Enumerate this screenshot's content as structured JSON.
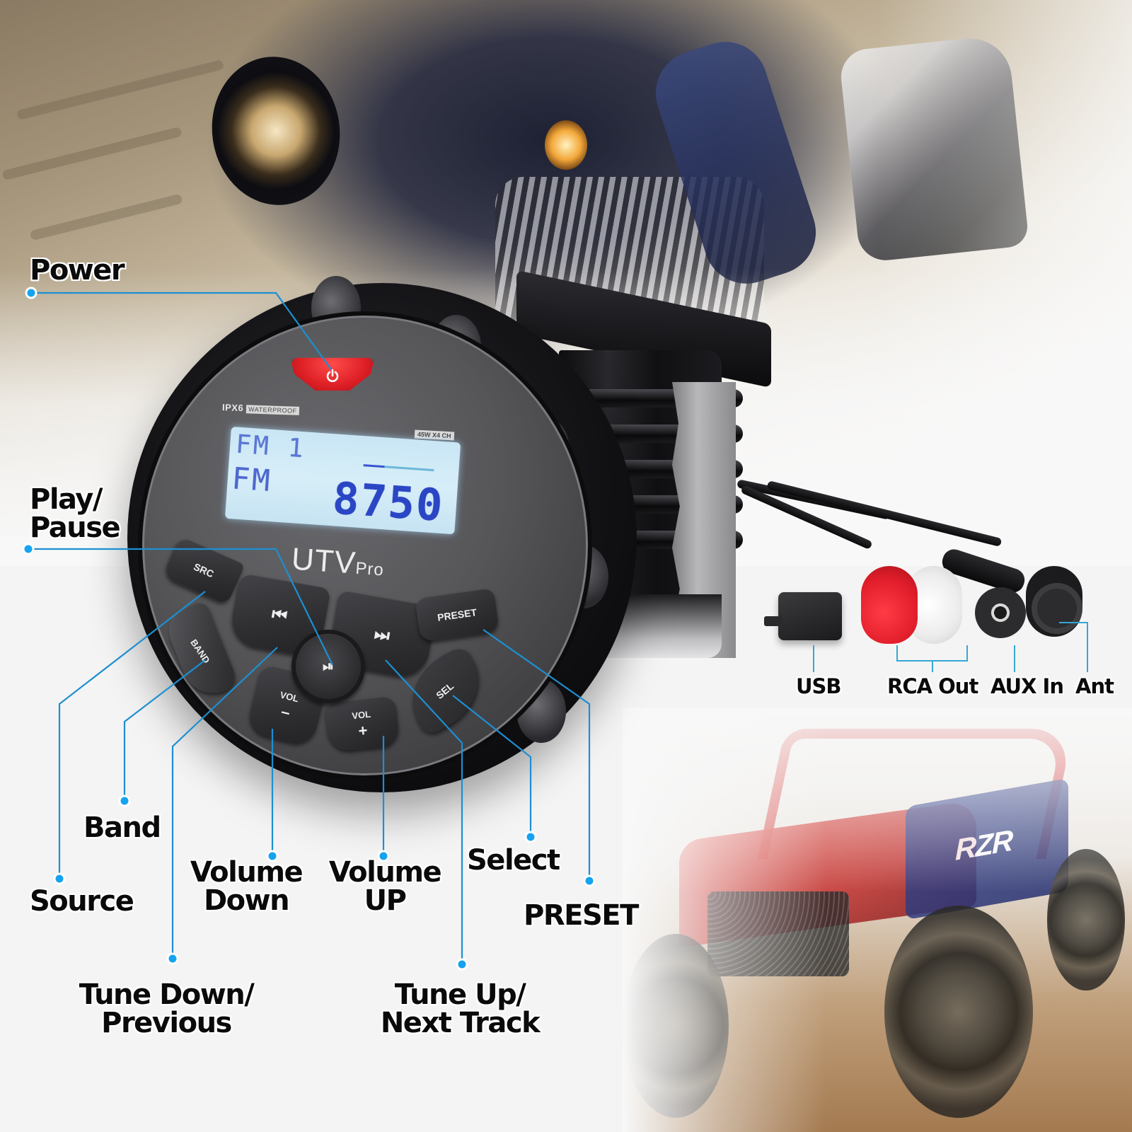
{
  "device": {
    "brand_main": "UTV",
    "brand_sub": "Pro",
    "rating_label": "IPX6",
    "rating_tag": "WATERPROOF",
    "power_tag": "45W X4 CH",
    "power_icon": "power-icon",
    "lcd": {
      "line1": "FM 1",
      "line2": "FM",
      "frequency": "8750",
      "color": "#2b46c4"
    },
    "buttons": {
      "src": "SRC",
      "band": "BAND",
      "prev_icon": "⏮",
      "play_pause_icon": "⏯",
      "next_icon": "⏭",
      "preset": "PRESET",
      "sel": "SEL",
      "vol_down_label": "VOL",
      "vol_down_sign": "–",
      "vol_up_label": "VOL",
      "vol_up_sign": "+"
    },
    "power_button_color": "#dd1f25"
  },
  "callouts": {
    "power": "Power",
    "play_pause_line1": "Play/",
    "play_pause_line2": "Pause",
    "band": "Band",
    "source": "Source",
    "volume_down_line1": "Volume",
    "volume_down_line2": "Down",
    "volume_up_line1": "Volume",
    "volume_up_line2": "UP",
    "select": "Select",
    "preset": "PRESET",
    "tune_down_line1": "Tune Down/",
    "tune_down_line2": "Previous",
    "tune_up_line1": "Tune Up/",
    "tune_up_line2": "Next Track",
    "line_color": "#1d8fd1",
    "dot_color": "#15a3ef"
  },
  "connectors": {
    "usb": "USB",
    "rca_out": "RCA Out",
    "aux_in": "AUX In",
    "ant": "Ant",
    "line_color": "#35a7d6"
  },
  "scene": {
    "vehicle_badge": "RZR"
  }
}
